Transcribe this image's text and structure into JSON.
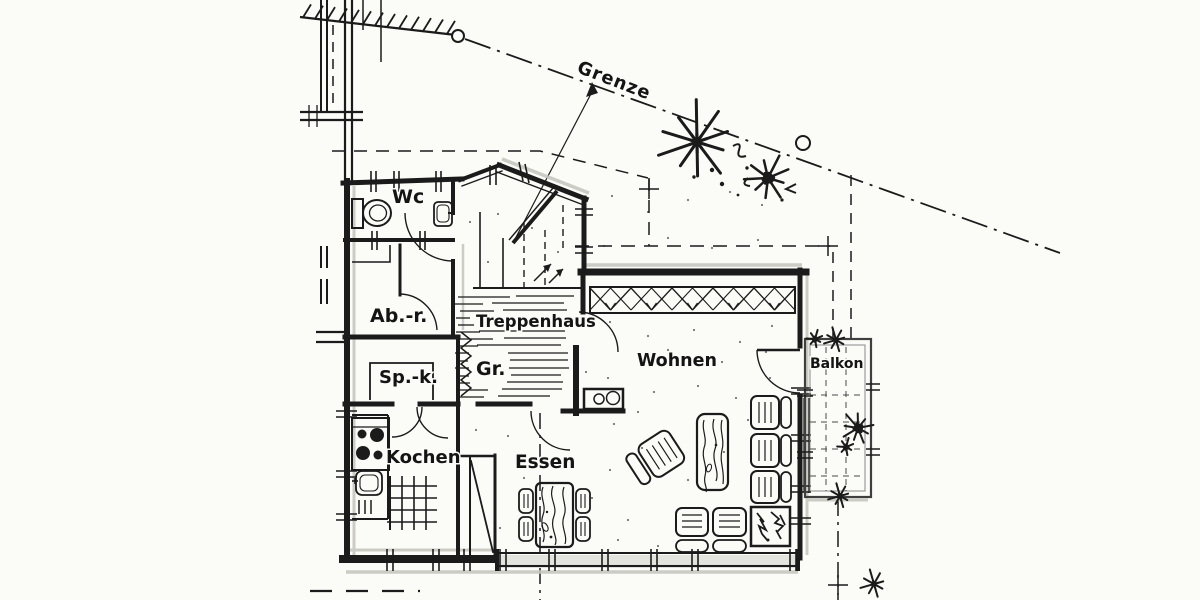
{
  "document": {
    "kind": "scanned architectural floor plan",
    "language": "German",
    "view": "apartment with stair core, balcony and site boundary"
  },
  "palette": {
    "paper": "#fbfbf7",
    "ink": "#1b1b1b",
    "shadow": "#c7c7c0",
    "tile_dash": "#4a4a4a"
  },
  "site": {
    "boundary_label": "Grenze"
  },
  "labels": {
    "wc": "Wc",
    "storage_room": "Ab.-r.",
    "stairwell": "Treppenhaus",
    "pantry": "Sp.-k.",
    "cloakroom": "Gr.",
    "kitchen": "Kochen",
    "dining": "Essen",
    "living": "Wohnen",
    "balcony": "Balkon"
  },
  "symbols": [
    "boundary-dash-dot-line",
    "boundary-marker-circles",
    "slope-hatch",
    "survey-crosses",
    "trees",
    "entrance-door-leaf",
    "stair-treads",
    "up-arrows",
    "coat-hooks",
    "toilet",
    "washbasin",
    "stove-4-burners",
    "kitchen-sink",
    "kitchen-table-grid",
    "dining-table-wood",
    "dining-chairs-4",
    "sofa-3-seat",
    "sofa-2-seat",
    "armchair",
    "coffee-table-wood",
    "plant-pot",
    "radiator-x-band",
    "balcony-tile-grid",
    "balcony-plants",
    "window-mullion-ticks",
    "roof-overhang-dashes",
    "section-dash-dot-lines"
  ]
}
